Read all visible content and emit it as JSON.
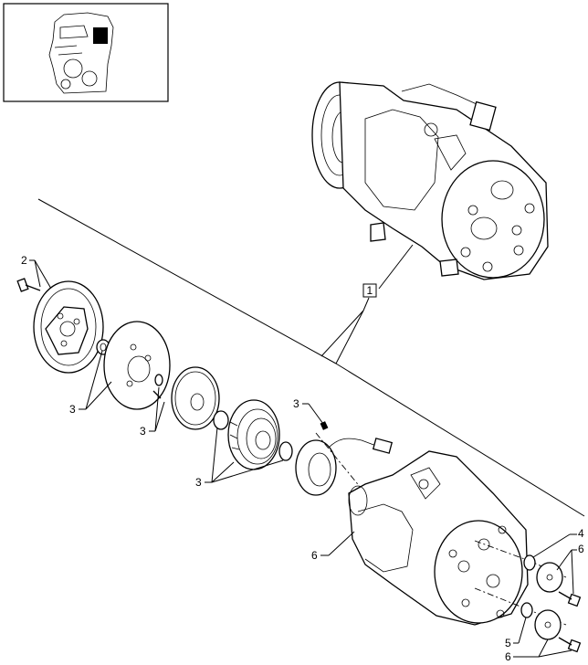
{
  "callouts": {
    "c1": "1",
    "c2": "2",
    "c3a": "3",
    "c3b": "3",
    "c3c": "3",
    "c3d": "3",
    "c4": "4",
    "c5": "5",
    "c6a": "6",
    "c6b": "6",
    "c6c": "6"
  },
  "colors": {
    "line": "#000000",
    "background": "#ffffff",
    "thumbnail_highlight": "#000000"
  }
}
